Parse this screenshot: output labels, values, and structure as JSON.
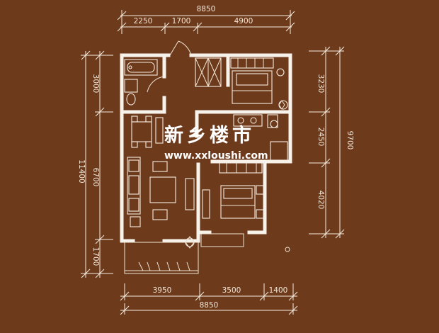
{
  "plan": {
    "top_total": "8850",
    "top_segments": [
      "2250",
      "1700",
      "4900"
    ],
    "bottom_total": "8850",
    "bottom_segments": [
      "3950",
      "3500",
      "1400"
    ],
    "left_total": "11400",
    "left_segments": [
      "3000",
      "6700",
      "1700"
    ],
    "right_total": "9700",
    "right_segments": [
      "3230",
      "2450",
      "4020"
    ]
  },
  "watermark": {
    "chinese": "新乡楼市",
    "url": "www.xxloushi.com"
  },
  "colors": {
    "background": "#6e3a1c",
    "lines": "#f4ece0",
    "watermark": "#ffffff"
  }
}
